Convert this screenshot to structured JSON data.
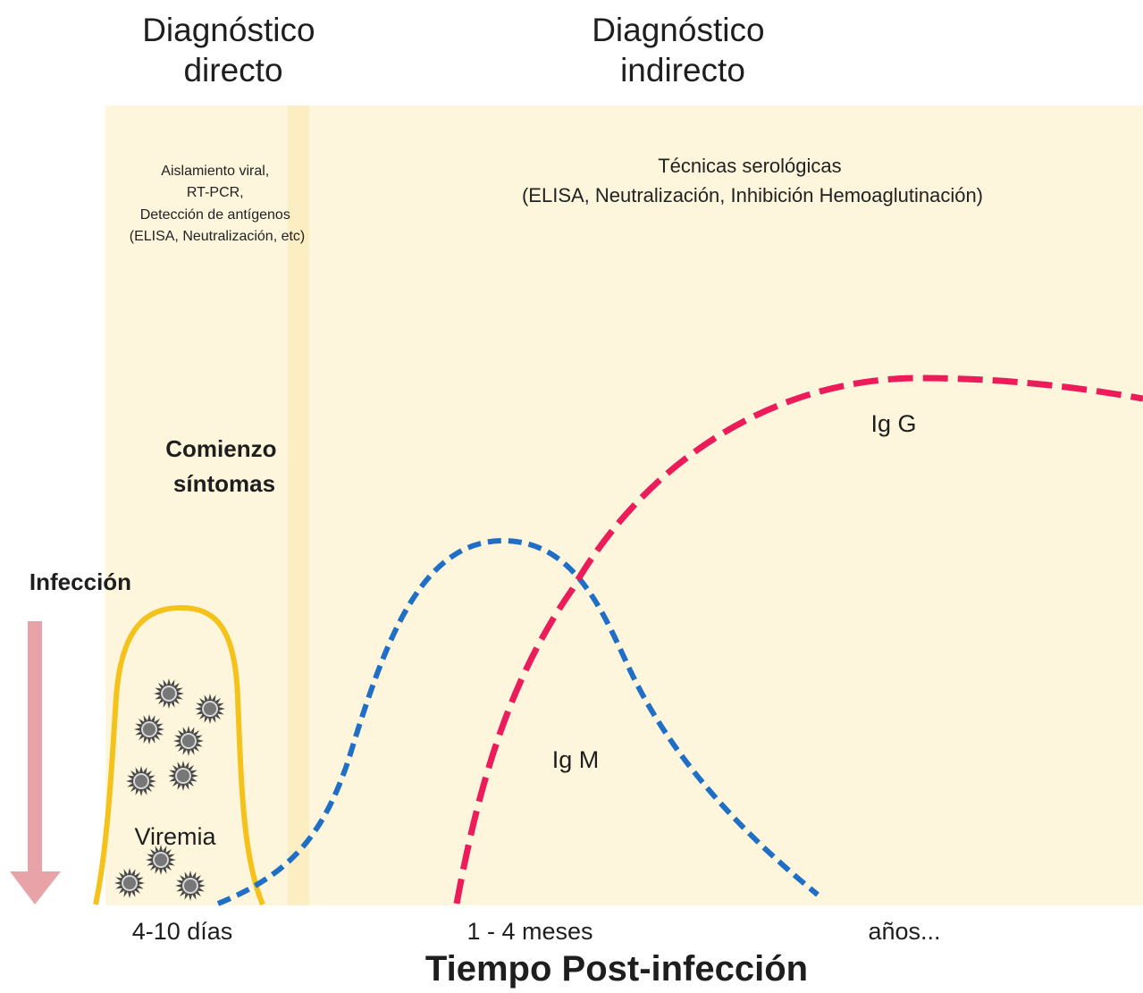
{
  "headers": {
    "direct": [
      "Diagnóstico",
      "directo"
    ],
    "indirect": [
      "Diagnóstico",
      "indirecto"
    ]
  },
  "methods": {
    "direct": [
      "Aislamiento viral,",
      "RT-PCR,",
      "Detección de antígenos",
      "(ELISA, Neutralización, etc)"
    ],
    "indirect": [
      "Técnicas serológicas",
      "(ELISA, Neutralización, Inhibición Hemoaglutinación)"
    ]
  },
  "events": {
    "symptoms": [
      "Comienzo",
      "síntomas"
    ],
    "infection": "Infección"
  },
  "curves": {
    "viremia": "Viremia",
    "igm": "Ig M",
    "igg": "Ig G"
  },
  "axis": {
    "ticks": [
      "4-10 días",
      "1 - 4 meses",
      "años..."
    ],
    "title": "Tiempo Post-infección"
  },
  "colors": {
    "background_panel": "#fdf6dc",
    "symptom_band": "#fbeec2",
    "viremia_curve": "#f5c21b",
    "igm_curve": "#1f6fc6",
    "igg_curve": "#ec1c5a",
    "infection_arrow": "#e8a3a8",
    "virus": "#777777"
  }
}
